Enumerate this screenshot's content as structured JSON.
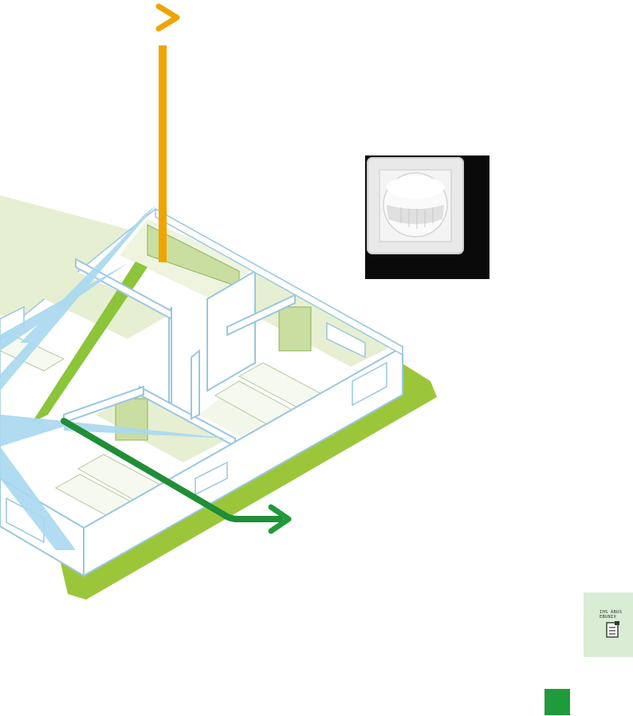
{
  "tab": {
    "text": "IHS ABUS\nEBUNIX"
  },
  "icons": [
    "arrow-down-indicator",
    "arrow-right-indicator",
    "motion-sensor-photo",
    "document-icon"
  ],
  "colors": {
    "green_accent": "#1f9a3c",
    "orange": "#f0a400",
    "lime": "#9cc63a",
    "light_green": "#e6efd2",
    "detection_blue": "#a8d8f0",
    "tab_bg": "#d9ecd4"
  }
}
